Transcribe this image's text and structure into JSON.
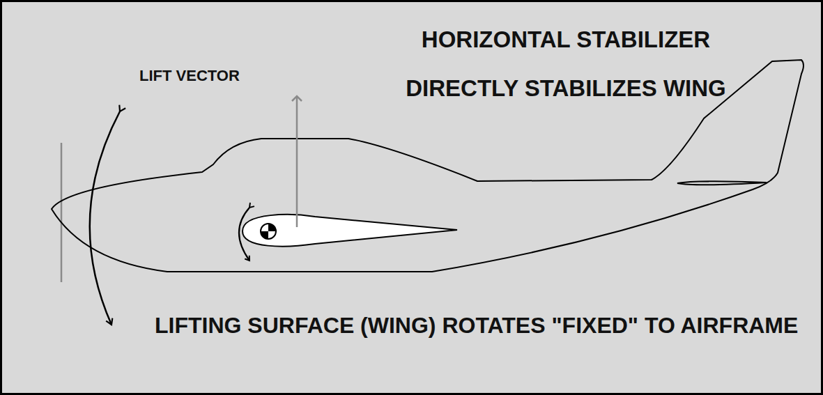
{
  "diagram": {
    "labels": [
      "HORIZONTAL STABILIZER DIRECTLY STABILIZES WING",
      "LIFT VECTOR",
      "LIFTING SURFACE (WING) ROTATES \"FIXED\" TO AIRFRAME"
    ]
  }
}
